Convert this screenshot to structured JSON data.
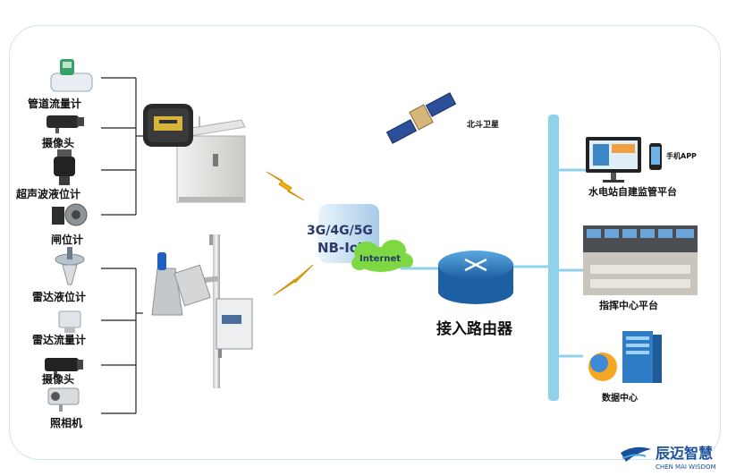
{
  "sensors": {
    "pipe_flow_meter": "管道流量计",
    "camera_1": "摄像头",
    "ultrasonic_level": "超声波液位计",
    "gate_position": "闸位计",
    "radar_level": "雷达液位计",
    "radar_flow": "雷达流量计",
    "camera_2": "摄像头",
    "photo_camera": "照相机"
  },
  "network": {
    "cellular_line1": "3G/4G/5G",
    "cellular_line2": "NB-IoT",
    "internet": "Internet",
    "satellite": "北斗卫星",
    "router": "接入路由器"
  },
  "platforms": {
    "mobile_app": "手机APP",
    "self_built": "水电站自建监管平台",
    "command_center": "指挥中心平台",
    "data_center": "数据中心"
  },
  "brand": {
    "name_cn": "辰迈智慧",
    "name_en": "CHEN MAI WISDOM",
    "color": "#1a4f9a"
  },
  "colors": {
    "bus": "#8fd3ea",
    "cloud": "#7dd843",
    "lightning": "#f2b400"
  }
}
